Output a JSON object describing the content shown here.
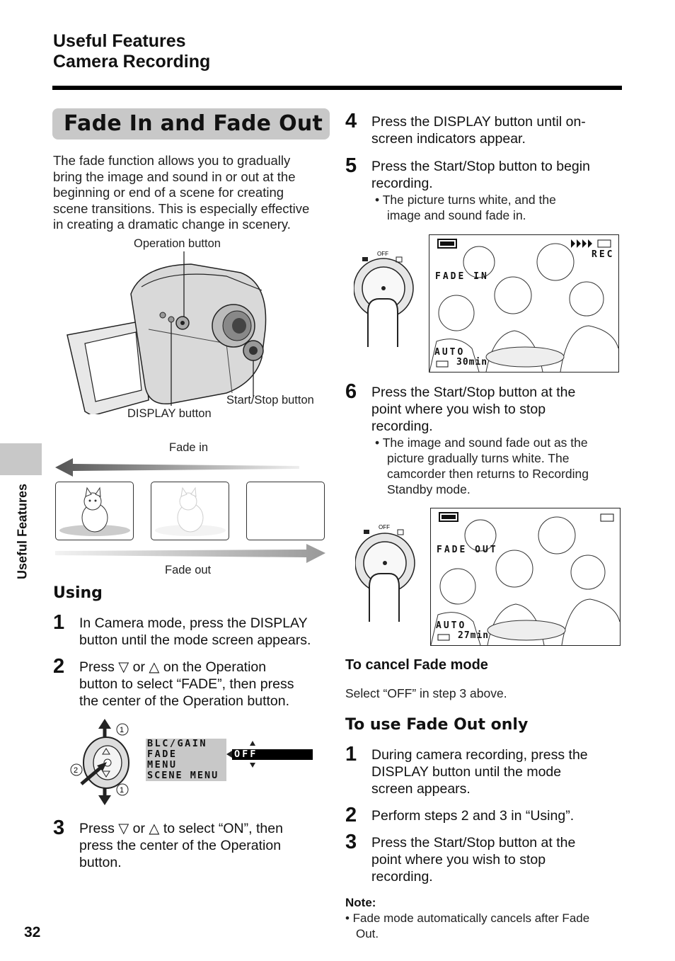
{
  "header": {
    "line1": "Useful Features",
    "line2": "Camera Recording"
  },
  "title": "Fade In and Fade Out",
  "intro": [
    "The fade function allows you to gradually",
    "bring the image and sound in or out at the",
    "beginning or end of a scene for creating",
    "scene transitions. This is especially effective",
    "in creating a dramatic change in scenery."
  ],
  "camera_figure": {
    "operation_button": "Operation button",
    "display_button": "DISPLAY button",
    "start_stop_button": "Start/Stop button"
  },
  "fade_figure": {
    "fade_in": "Fade in",
    "fade_out": "Fade out"
  },
  "using": {
    "heading": "Using",
    "steps": [
      {
        "num": "1",
        "lines": [
          "In Camera mode, press the DISPLAY",
          "button until the mode screen appears."
        ]
      },
      {
        "num": "2",
        "lines": [
          "Press  ▽  or  △  on the Operation",
          "button to select “FADE”, then press",
          "the center of the Operation button."
        ]
      },
      {
        "num": "3",
        "lines": [
          "Press  ▽  or  △  to select “ON”, then",
          "press the center of the Operation",
          "button."
        ]
      }
    ]
  },
  "menu_figure": {
    "items": [
      "BLC/GAIN",
      "FADE",
      "MENU",
      "SCENE MENU"
    ],
    "value": "OFF",
    "callouts": [
      "1",
      "2",
      "1"
    ]
  },
  "right_steps": [
    {
      "num": "4",
      "lines": [
        "Press the DISPLAY button until on-",
        "screen indicators appear."
      ]
    },
    {
      "num": "5",
      "lines": [
        "Press the Start/Stop button to begin",
        "recording."
      ],
      "bullet": [
        "The picture turns white, and the",
        "image and sound fade in."
      ]
    },
    {
      "num": "6",
      "lines": [
        "Press the Start/Stop button at the",
        "point where you wish to stop",
        "recording."
      ],
      "bullet": [
        "The image and sound fade out as the",
        "picture gradually turns white. The",
        "camcorder then returns to Recording",
        "Standby mode."
      ]
    }
  ],
  "screen1": {
    "mode": "FADE  IN",
    "rec": "REC",
    "auto": "AUTO",
    "time": "30min",
    "dial_off": "OFF"
  },
  "screen2": {
    "mode": "FADE  OUT",
    "auto": "AUTO",
    "time": "27min",
    "dial_off": "OFF"
  },
  "cancel": {
    "heading": "To cancel Fade mode",
    "text": "Select “OFF” in step 3 above."
  },
  "fadeout_only": {
    "heading": "To use Fade Out only",
    "steps": [
      {
        "num": "1",
        "lines": [
          "During camera recording, press the",
          "DISPLAY button until the mode",
          "screen appears."
        ]
      },
      {
        "num": "2",
        "lines": [
          "Perform steps 2 and 3 in “Using”."
        ]
      },
      {
        "num": "3",
        "lines": [
          "Press the Start/Stop button at the",
          "point where you wish to stop",
          "recording."
        ]
      }
    ]
  },
  "note": {
    "heading": "Note:",
    "lines": [
      "• Fade mode automatically cancels after Fade",
      "Out."
    ]
  },
  "side_tab": "Useful Features",
  "page_number": "32"
}
